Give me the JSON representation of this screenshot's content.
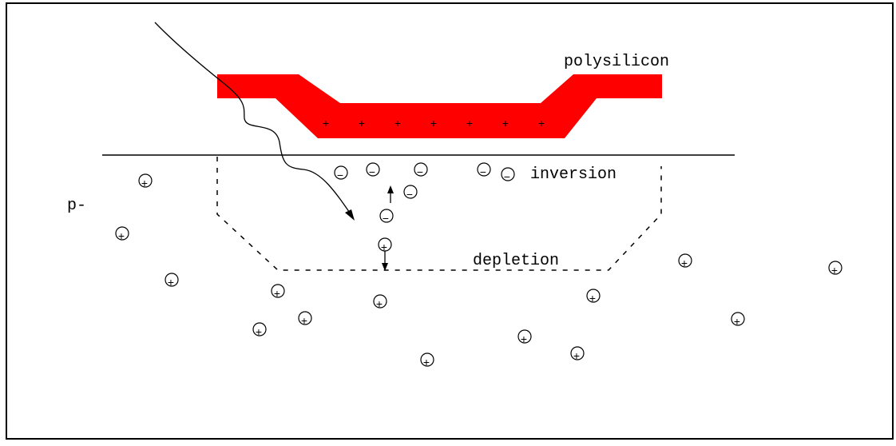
{
  "labels": {
    "polysilicon": "polysilicon",
    "inversion": "inversion",
    "depletion": "depletion",
    "substrate": "p-"
  },
  "symbols": {
    "gate_charge": "+",
    "electron": "−",
    "hole": "+"
  },
  "colors": {
    "gate": "#ff0000",
    "ink": "#000000",
    "background": "#ffffff"
  },
  "counts": {
    "gate_plus_signs": 7
  }
}
